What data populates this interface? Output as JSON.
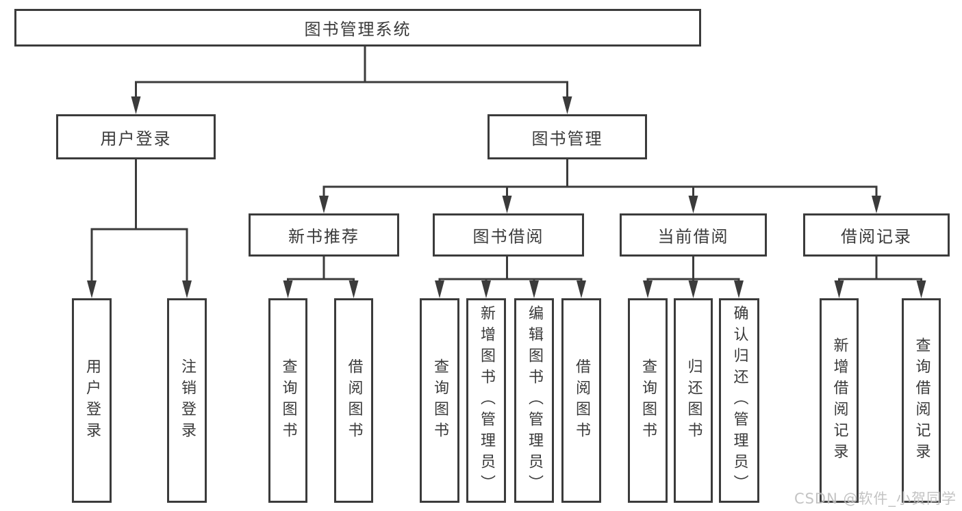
{
  "diagram": {
    "tree": {
      "label": "图书管理系统",
      "children": [
        {
          "label": "用户登录",
          "children": [
            {
              "label": "用户登录"
            },
            {
              "label": "注销登录"
            }
          ]
        },
        {
          "label": "图书管理",
          "children": [
            {
              "label": "新书推荐",
              "children": [
                {
                  "label": "查询图书"
                },
                {
                  "label": "借阅图书"
                }
              ]
            },
            {
              "label": "图书借阅",
              "children": [
                {
                  "label": "查询图书"
                },
                {
                  "label": "新增图书（管理员）"
                },
                {
                  "label": "编辑图书（管理员）"
                },
                {
                  "label": "借阅图书"
                }
              ]
            },
            {
              "label": "当前借阅",
              "children": [
                {
                  "label": "查询图书"
                },
                {
                  "label": "归还图书"
                },
                {
                  "label": "确认归还（管理员）"
                }
              ]
            },
            {
              "label": "借阅记录",
              "children": [
                {
                  "label": "新增借阅记录"
                },
                {
                  "label": "查询借阅记录"
                }
              ]
            }
          ]
        }
      ]
    },
    "watermark": {
      "text": "CSDN @软件_小贺同学"
    },
    "colors": {
      "line": "#3b3b3b",
      "text": "#3a3a3a",
      "background": "#ffffff",
      "watermark": "#bdbdbd"
    }
  }
}
